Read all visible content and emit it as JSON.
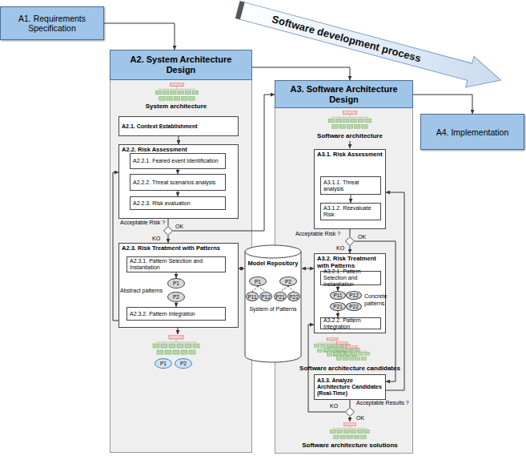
{
  "diagram": {
    "nodes": [
      {
        "text": [
          "A1. Requirements Specification"
        ]
      },
      {
        "text": [
          "A2. System Architecture Design"
        ]
      },
      {
        "text": [
          "A2.1. Context Establishment"
        ],
        "in": 1
      },
      {
        "text": [
          "A2.2. Risk Assessment"
        ],
        "in": 1
      },
      {
        "text": [
          "A2.2.1. Feared event Identification"
        ],
        "in": 3
      },
      {
        "text": [
          "A2.2.2. Threat scenarios analysis"
        ],
        "in": 3
      },
      {
        "text": [
          "A2.2.3. Risk evaluation"
        ],
        "in": 3
      },
      {
        "text": [
          "Acceptable Risk ?"
        ],
        "in": 1
      },
      {
        "text": [
          "A2.3. Risk Treatment with Patterns"
        ],
        "in": 1
      },
      {
        "text": [
          "A2.3.1. Pattern Selection and Instantiation"
        ],
        "in": 8
      },
      {
        "text": [
          "P1"
        ],
        "in": 8
      },
      {
        "text": [
          "P2"
        ],
        "in": 8
      },
      {
        "text": [
          "A2.3.2. Pattern Integration"
        ],
        "in": 8
      },
      {
        "text": [
          "P1"
        ],
        "in": 1
      },
      {
        "text": [
          "P2"
        ],
        "in": 1
      },
      {
        "text": [
          "Model Repository"
        ]
      },
      {
        "text": [
          "P1"
        ],
        "in": 15
      },
      {
        "text": [
          "P2"
        ],
        "in": 15
      },
      {
        "text": [
          "P11"
        ],
        "in": 15
      },
      {
        "text": [
          "P12"
        ],
        "in": 15
      },
      {
        "text": [
          "P21"
        ],
        "in": 15
      },
      {
        "text": [
          "P22"
        ],
        "in": 15
      },
      {
        "text": [
          "A3. Software Architecture Design"
        ]
      },
      {
        "text": [
          "A3.1. Risk Assessment"
        ],
        "in": 22
      },
      {
        "text": [
          "A3.1.1. Threat analysis"
        ],
        "in": 23
      },
      {
        "text": [
          "A3.1.2. Reevaluate Risk"
        ],
        "in": 23
      },
      {
        "text": [
          "Acceptable Risk ?"
        ],
        "in": 22
      },
      {
        "text": [
          "A3.2. Risk Treatment with Patterns"
        ],
        "in": 22
      },
      {
        "text": [
          "A3.2.1. Pattern Selection and Instantiation"
        ],
        "in": 27
      },
      {
        "text": [
          "P11"
        ],
        "in": 27
      },
      {
        "text": [
          "P12"
        ],
        "in": 27
      },
      {
        "text": [
          "P21"
        ],
        "in": 27
      },
      {
        "text": [
          "P22"
        ],
        "in": 27
      },
      {
        "text": [
          "A3.2.2. Pattern Integration"
        ],
        "in": 27
      },
      {
        "text": [
          "A3.3. Analyze Architecture Candidates (Real-Time)"
        ],
        "in": 22
      },
      {
        "text": [
          "Acceptable Results ?"
        ],
        "in": 22
      },
      {
        "text": [
          "A4. Implementation"
        ]
      }
    ],
    "edges": [
      {
        "from": 0,
        "to": 1,
        "arrow": "to"
      },
      {
        "from": 1,
        "to": 22,
        "arrow": "to"
      },
      {
        "from": 22,
        "to": 36,
        "arrow": "to"
      },
      {
        "from": 2,
        "to": 3,
        "arrow": "to"
      },
      {
        "from": 4,
        "to": 5,
        "arrow": "to"
      },
      {
        "from": 5,
        "to": 6,
        "arrow": "to"
      },
      {
        "from": 3,
        "to": 7,
        "arrow": "none"
      },
      {
        "from": 7,
        "to": 8,
        "label": "KO",
        "arrow": "to"
      },
      {
        "from": 7,
        "to": 22,
        "label": "OK",
        "arrow": "to"
      },
      {
        "from": 9,
        "to": 10,
        "arrow": "to"
      },
      {
        "from": 11,
        "to": 12,
        "arrow": "to"
      },
      {
        "from": 8,
        "to": 15,
        "arrow": "both"
      },
      {
        "from": 15,
        "to": 27,
        "arrow": "both"
      },
      {
        "from": 8,
        "to": 3,
        "arrow": "to"
      },
      {
        "from": 16,
        "to": 18,
        "arrow": "none"
      },
      {
        "from": 16,
        "to": 19,
        "arrow": "none"
      },
      {
        "from": 17,
        "to": 20,
        "arrow": "none"
      },
      {
        "from": 17,
        "to": 21,
        "arrow": "none"
      },
      {
        "from": 24,
        "to": 25,
        "arrow": "to"
      },
      {
        "from": 23,
        "to": 26,
        "arrow": "none"
      },
      {
        "from": 26,
        "to": 27,
        "label": "KO",
        "arrow": "to"
      },
      {
        "from": 26,
        "to": 34,
        "label": "OK",
        "arrow": "to"
      },
      {
        "from": 28,
        "to": 29,
        "arrow": "to"
      },
      {
        "from": 31,
        "to": 33,
        "arrow": "to"
      },
      {
        "from": 34,
        "to": 35,
        "arrow": "none"
      },
      {
        "from": 35,
        "to": 27,
        "label": "KO",
        "arrow": "to"
      },
      {
        "from": 34,
        "to": 23,
        "arrow": "to"
      }
    ],
    "labels": [
      "Software development process",
      "System architecture",
      "Abstract patterns",
      "System of Patterns",
      "Software architecture",
      "Concrete patterns",
      "Software architecture candidates",
      "Software architecture solutions",
      "OK"
    ]
  }
}
